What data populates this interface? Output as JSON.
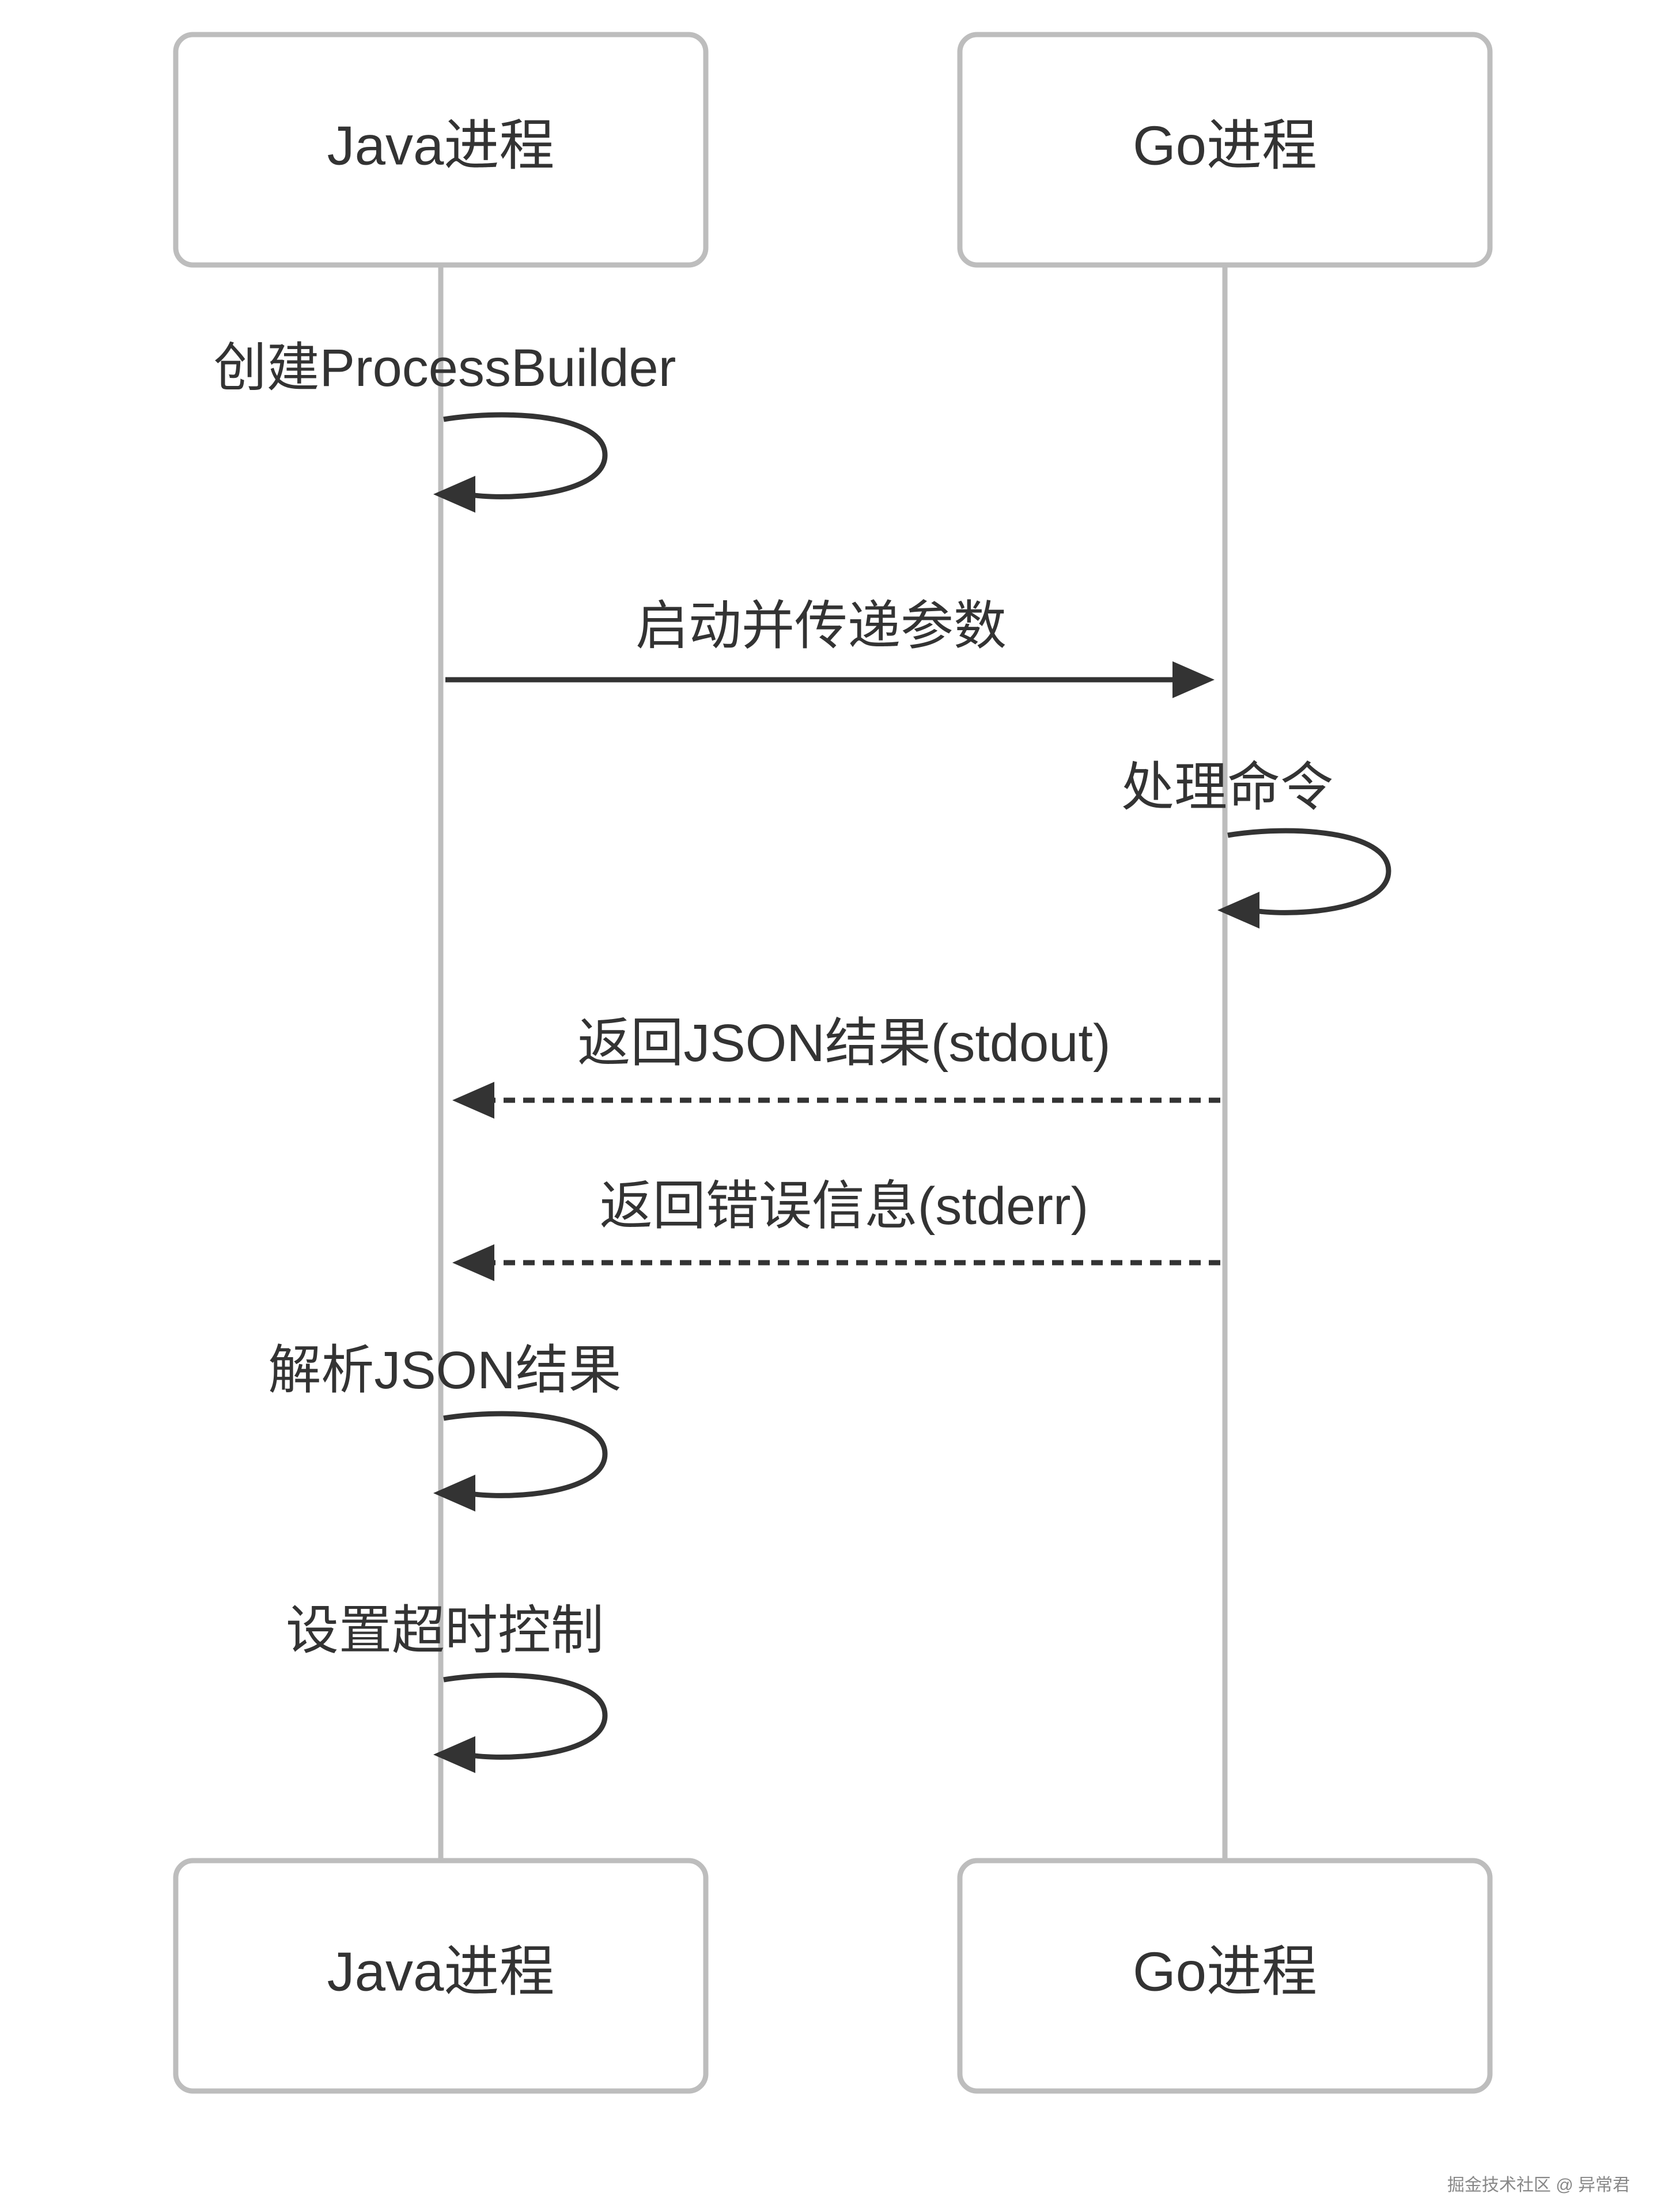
{
  "participants": {
    "java_top": "Java进程",
    "go_top": "Go进程",
    "java_bottom": "Java进程",
    "go_bottom": "Go进程"
  },
  "messages": [
    {
      "label": "创建ProcessBuilder",
      "from": "Java进程",
      "to": "Java进程",
      "style": "solid"
    },
    {
      "label": "启动并传递参数",
      "from": "Java进程",
      "to": "Go进程",
      "style": "solid"
    },
    {
      "label": "处理命令",
      "from": "Go进程",
      "to": "Go进程",
      "style": "solid"
    },
    {
      "label": "返回JSON结果(stdout)",
      "from": "Go进程",
      "to": "Java进程",
      "style": "dashed"
    },
    {
      "label": "返回错误信息(stderr)",
      "from": "Go进程",
      "to": "Java进程",
      "style": "dashed"
    },
    {
      "label": "解析JSON结果",
      "from": "Java进程",
      "to": "Java进程",
      "style": "solid"
    },
    {
      "label": "设置超时控制",
      "from": "Java进程",
      "to": "Java进程",
      "style": "solid"
    }
  ],
  "watermark": "掘金技术社区 @ 异常君"
}
